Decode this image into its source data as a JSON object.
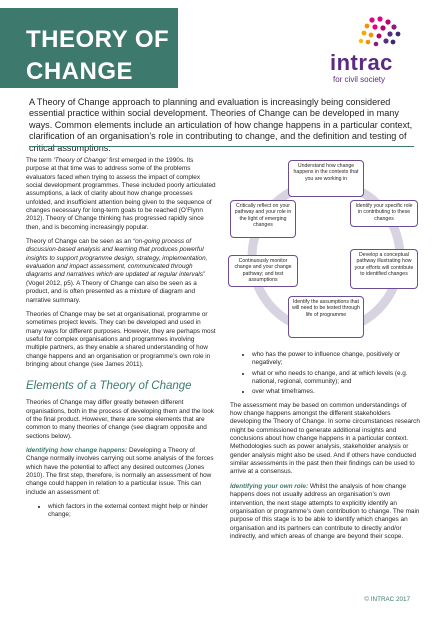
{
  "header": {
    "title_line1": "THEORY OF",
    "title_line2": "CHANGE",
    "logo_word": "intrac",
    "logo_tagline": "for civil society"
  },
  "lead": "A Theory of Change approach to planning and evaluation is increasingly being considered essential practice within social development. Theories of Change can be developed in many ways. Common elements include an articulation of how change happens in a particular context, clarification of an organisation’s role in contributing to change, and the definition and testing of critical assumptions.",
  "left": {
    "p1_a": "The term ",
    "p1_term": "‘Theory of Change’",
    "p1_b": " first emerged in the 1990s. Its purpose at that time was to address some of the problems evaluators faced when trying to assess the impact of complex social development programmes. These included poorly articulated assumptions, a lack of clarity about how change processes unfolded, and insufficient attention being given to the sequence of changes necessary for long-term goals to be reached (O’Flynn 2012). Theory of Change thinking has progressed rapidly since then, and is becoming increasingly popular.",
    "p2_a": "Theory of Change can be seen as an ",
    "p2_quote": "“on-going process of discussion-based analysis and learning that produces powerful insights to support programme design, strategy, implementation, evaluation and impact assessment, communicated through diagrams and narratives which are updated at regular intervals”",
    "p2_b": " (Vogel 2012, p5). A Theory of Change can also be seen as a product, and is often presented as a mixture of diagram and narrative summary.",
    "p3": "Theories of Change may be set at organisational, programme or sometimes project levels. They can be developed and used in many ways for different purposes. However, they are perhaps most useful for complex organisations and programmes involving multiple partners, as they enable a shared understanding of how change happens and an organisation or programme’s own role in bringing about change (see James 2011).",
    "section_heading": "Elements of a Theory of Change",
    "p4": "Theories of Change may differ greatly between different organisations, both in the process of developing them and the look of the final product. However, there are some elements that are common to many theories of change (see diagram opposite and sections below).",
    "p5_head": "Identifying how change happens:",
    "p5_body": " Developing a Theory of Change normally involves carrying out some analysis of the forces which have the potential to affect any desired outcomes (Jones 2010). The first step, therefore, is normally an assessment of how change could happen in relation to a particular issue. This can include an assessment of:",
    "bullets": [
      "which factors in the external context might help or hinder change;"
    ]
  },
  "right": {
    "bullets": [
      "who has the power to influence change, positively or negatively;",
      "what or who needs to change, and at which levels (e.g. national, regional, community); and",
      "over what timeframes."
    ],
    "p1": "The assessment may be based on common understandings of how change happens amongst the different stakeholders developing the Theory of Change. In some circumstances research might be commissioned to generate additional insights and conclusions about how change happens in a particular context. Methodologies such as power analysis, stakeholder analysis or gender analysis might also be used. And if others have conducted similar assessments in the past then their findings can be used to arrive at a consensus.",
    "p2_head": "Identifying your own role:",
    "p2_body": " Whilst the analysis of how change happens does not usually address an organisation’s own intervention, the next stage attempts to explicitly identify an organisation or programme’s own contribution to change. The main purpose of this stage is to be able to identify which changes an organisation and its partners can contribute to directly and/or indirectly, and which areas of change are beyond their scope."
  },
  "diagram": {
    "nodes": [
      "Understand how change happens in the contexts that you are working in",
      "Identify your specific role in contributing to these changes",
      "Develop a conceptual pathway illustrating how your efforts will contribute to identified changes",
      "Identify the assumptions that will need to be tested through life of programme",
      "Continuously monitor change and your change pathway; and test assumptions",
      "Critically reflect on your pathway and your role in the light of emerging changes"
    ]
  },
  "footer": {
    "copyright": "© INTRAC 2017"
  },
  "colors": {
    "brand_green": "#3d7a6d",
    "logo_purple": "#5b2c82",
    "diagram_border": "#6b4d93"
  }
}
